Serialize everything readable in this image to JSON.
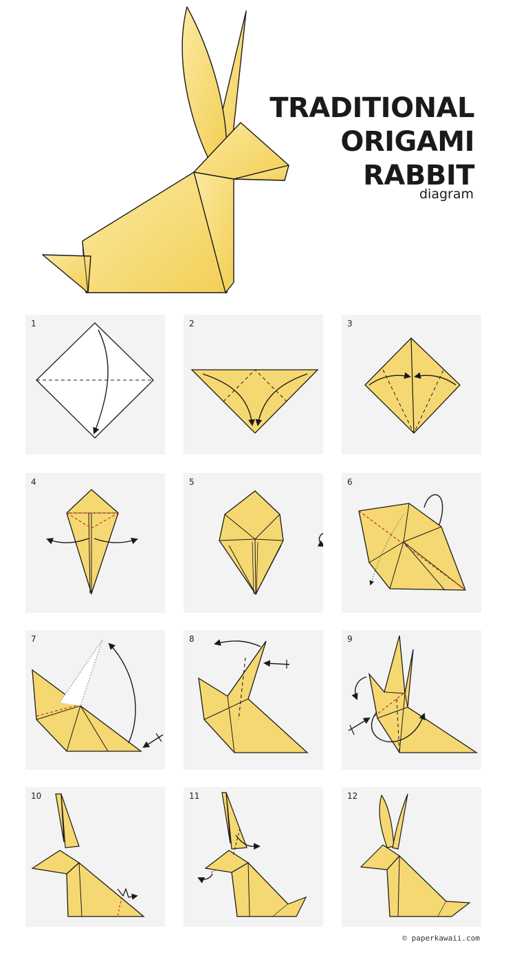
{
  "title": {
    "line1": "TRADITIONAL",
    "line2": "ORIGAMI",
    "line3": "RABBIT",
    "subtitle": "diagram"
  },
  "colors": {
    "paper": "#f6d872",
    "paper_light": "#f9e79a",
    "outline": "#1a1a1a",
    "panel": "#f3f3f3",
    "crease_red": "#c0392b"
  },
  "steps": [
    {
      "number": "1"
    },
    {
      "number": "2"
    },
    {
      "number": "3"
    },
    {
      "number": "4"
    },
    {
      "number": "5"
    },
    {
      "number": "6"
    },
    {
      "number": "7"
    },
    {
      "number": "8"
    },
    {
      "number": "9"
    },
    {
      "number": "10"
    },
    {
      "number": "11"
    },
    {
      "number": "12"
    }
  ],
  "credit": "© paperkawaii.com"
}
